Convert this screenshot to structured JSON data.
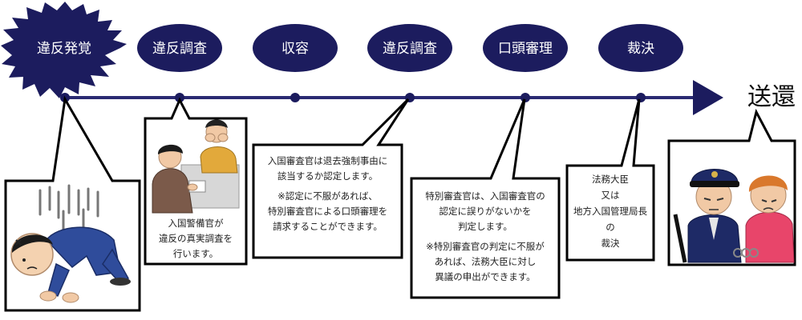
{
  "stages": [
    {
      "label": "違反発覚",
      "shape": "burst"
    },
    {
      "label": "違反調査",
      "shape": "oval"
    },
    {
      "label": "収容",
      "shape": "oval"
    },
    {
      "label": "違反調査",
      "shape": "oval"
    },
    {
      "label": "口頭審理",
      "shape": "oval"
    },
    {
      "label": "裁決",
      "shape": "oval"
    }
  ],
  "end_label": "送還",
  "callouts": {
    "immigration_officer": [
      "入国警備官が",
      "違反の真実調査を",
      "行います。"
    ],
    "examiner": {
      "main": [
        "入国審査官は退去強制事由に",
        "該当するか認定します。"
      ],
      "note": [
        "※認定に不服があれば、",
        "特別審査官による口頭審理を",
        "請求することができます。"
      ]
    },
    "special_examiner": {
      "main": [
        "特別審査官は、入国審査官の",
        "認定に誤りがないかを",
        "判定します。"
      ],
      "note": [
        "※特別審査官の判定に不服が",
        "あれば、法務大臣に対し",
        "異議の申出ができます。"
      ]
    },
    "decision": [
      "法務大臣",
      "又は",
      "地方入国管理局長",
      "の",
      "裁決"
    ]
  },
  "colors": {
    "navy": "#1c1c5e",
    "line": "#2a2a72"
  }
}
